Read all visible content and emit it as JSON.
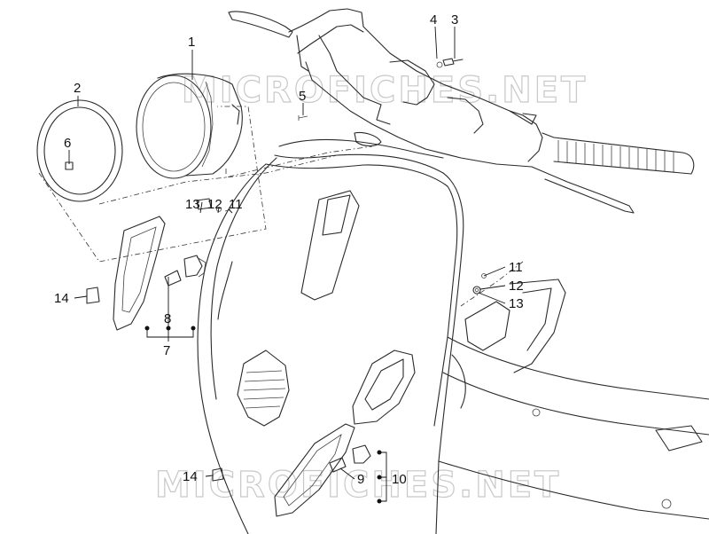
{
  "watermarks": [
    "MICROFICHES.NET",
    "MICROFICHES.NET"
  ],
  "callouts": {
    "c1": "1",
    "c2": "2",
    "c3": "3",
    "c4": "4",
    "c5": "5",
    "c6": "6",
    "c7": "7",
    "c8": "8",
    "c9": "9",
    "c10": "10",
    "c11a": "11",
    "c12a": "12",
    "c13a": "13",
    "c11b": "11",
    "c12b": "12",
    "c13b": "13",
    "c14a": "14",
    "c14b": "14"
  }
}
